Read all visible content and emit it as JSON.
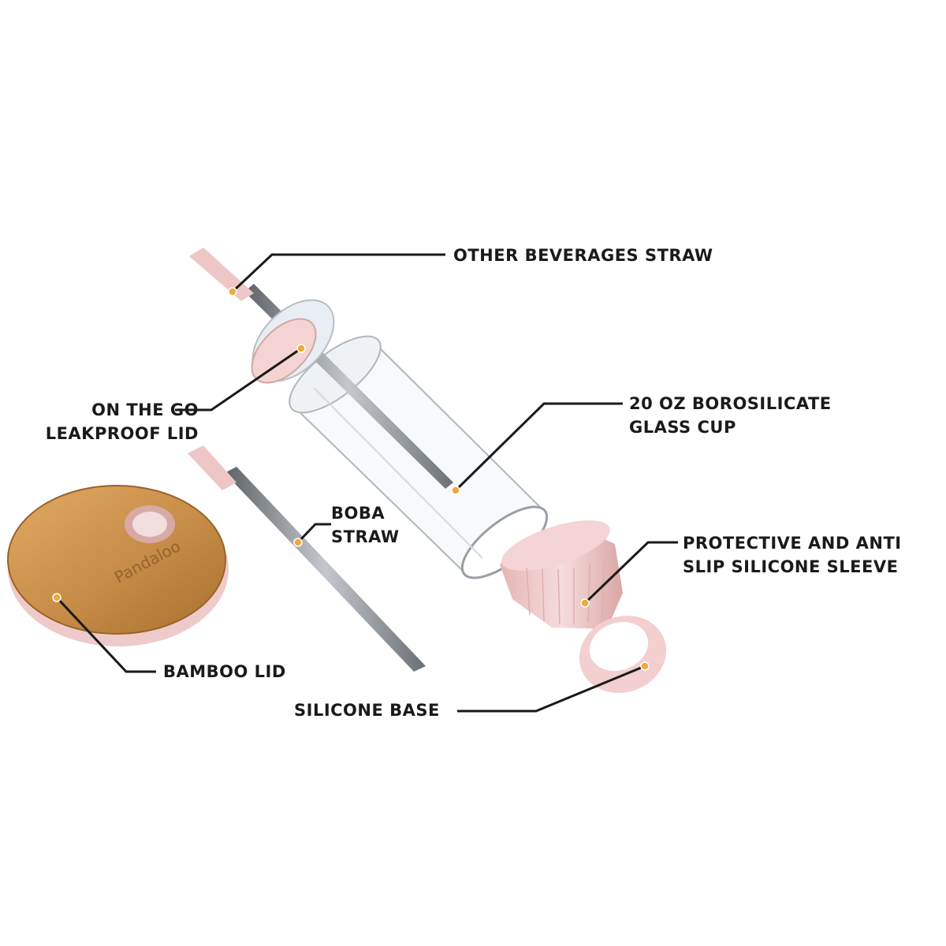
{
  "labels": {
    "other_straw": "OTHER BEVERAGES STRAW",
    "glass_cup_line1": "20 OZ BOROSILICATE",
    "glass_cup_line2": "GLASS CUP",
    "lid_line1": "ON THE GO",
    "lid_line2": "LEAKPROOF LID",
    "boba_line1": "BOBA",
    "boba_line2": "STRAW",
    "sleeve_line1": "PROTECTIVE AND ANTI",
    "sleeve_line2": "SLIP SILICONE SLEEVE",
    "bamboo_lid": "BAMBOO LID",
    "silicone_base": "SILICONE BASE"
  },
  "brand": {
    "logo_text": "Pandaloo"
  },
  "colors": {
    "leader_line": "#1a1a1a",
    "callout_dot": "#f2a93b",
    "silicone_pink": "#efc9c9",
    "bamboo": "#c98f4a",
    "steel": "#8a8f94"
  }
}
